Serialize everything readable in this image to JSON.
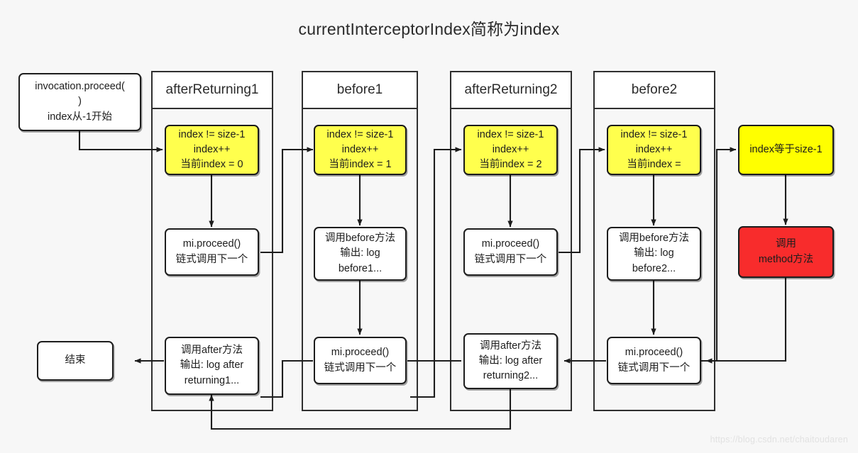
{
  "title": "currentInterceptorIndex简称为index",
  "watermark": "https://blog.csdn.net/chaitoudaren",
  "colors": {
    "background": "#f7f7f7",
    "stroke": "#1d1d1d",
    "lane_header_fill": "#ffffff",
    "node_fill": "#ffffff",
    "yellow": "#ffff4d",
    "yellow_solid": "#ffff00",
    "red": "#f82c2c"
  },
  "start_node": {
    "text": "invocation.proceed(\n)\nindex从-1开始"
  },
  "end_node": {
    "text": "结束"
  },
  "lanes": [
    {
      "header": "afterReturning1",
      "nodes": [
        {
          "name": "condition",
          "style": "yellow",
          "text": "index != size-1\nindex++\n当前index = 0"
        },
        {
          "name": "proceed",
          "style": "plain",
          "text": "mi.proceed()\n链式调用下一个"
        },
        {
          "name": "after",
          "style": "plain",
          "text": "调用after方法\n输出: log after\nreturning1..."
        }
      ]
    },
    {
      "header": "before1",
      "nodes": [
        {
          "name": "condition",
          "style": "yellow",
          "text": "index != size-1\nindex++\n当前index = 1"
        },
        {
          "name": "before",
          "style": "plain",
          "text": "调用before方法\n输出: log\nbefore1..."
        },
        {
          "name": "proceed",
          "style": "plain",
          "text": "mi.proceed()\n链式调用下一个"
        }
      ]
    },
    {
      "header": "afterReturning2",
      "nodes": [
        {
          "name": "condition",
          "style": "yellow",
          "text": "index != size-1\nindex++\n当前index = 2"
        },
        {
          "name": "proceed",
          "style": "plain",
          "text": "mi.proceed()\n链式调用下一个"
        },
        {
          "name": "after",
          "style": "plain",
          "text": "调用after方法\n输出: log after\nreturning2..."
        }
      ]
    },
    {
      "header": "before2",
      "nodes": [
        {
          "name": "condition",
          "style": "yellow",
          "text": "index != size-1\nindex++\n当前index ="
        },
        {
          "name": "before",
          "style": "plain",
          "text": "调用before方法\n输出: log\nbefore2..."
        },
        {
          "name": "proceed",
          "style": "plain",
          "text": "mi.proceed()\n链式调用下一个"
        }
      ]
    }
  ],
  "terminal": {
    "check": {
      "text": "index等于size-1"
    },
    "invoke": {
      "text": "调用\nmethod方法"
    }
  }
}
